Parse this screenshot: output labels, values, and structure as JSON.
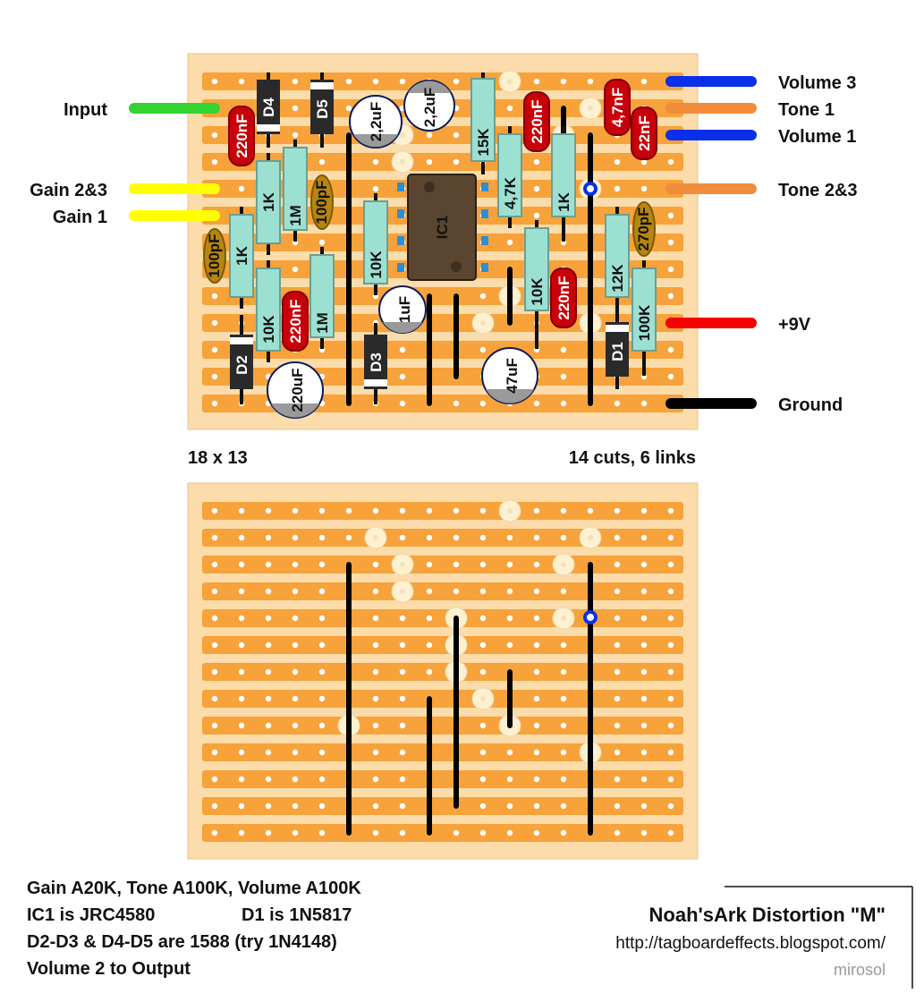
{
  "colors": {
    "board": "#fbdcaa",
    "strip": "#f7a23a",
    "hole": "#ffffff",
    "cut": "#fff1cf",
    "link": "#000000",
    "resistor": "#9ce0d2",
    "film_cap": "#c8000a",
    "ceramic_cap": "#b8860b",
    "diode": "#2a2a2a",
    "electrolytic": "#ffffff",
    "ic_body": "#5a4530",
    "ic_pin": "#2b8fd6",
    "wire_green": "#32d432",
    "wire_yellow": "#ffff00",
    "wire_blue": "#0a2fe8",
    "wire_orange": "#f08c3c",
    "wire_red": "#f40000",
    "wire_black": "#000000"
  },
  "wire_labels": {
    "input": "Input",
    "gain23": "Gain 2&3",
    "gain1": "Gain 1",
    "volume3": "Volume 3",
    "tone1": "Tone 1",
    "volume1": "Volume 1",
    "tone23": "Tone 2&3",
    "v9": "+9V",
    "ground": "Ground"
  },
  "captions": {
    "size": "18 x 13",
    "cuts_links": "14 cuts, 6 links"
  },
  "components": {
    "d4": "D4",
    "d5": "D5",
    "d2": "D2",
    "d3": "D3",
    "d1": "D1",
    "c220n_a": "220nF",
    "c220n_b": "220nF",
    "c220n_c": "220nF",
    "c220n_d": "220nF",
    "c47n": "4,7nF",
    "c22n": "22nF",
    "c100p_a": "100pF",
    "c100p_b": "100pF",
    "c270p": "270pF",
    "e22u_a": "2,2uF",
    "e22u_b": "2,2uF",
    "e1u": "1uF",
    "e47u": "47uF",
    "e220u": "220uF",
    "r1k_a": "1K",
    "r1k_b": "1K",
    "r1k_c": "1K",
    "r1m_a": "1M",
    "r1m_b": "1M",
    "r10k_a": "10K",
    "r10k_b": "10K",
    "r10k_c": "10K",
    "r15k": "15K",
    "r47k": "4,7K",
    "r12k": "12K",
    "r100k": "100K",
    "ic1": "IC1"
  },
  "notes": {
    "line1": "Gain A20K, Tone A100K, Volume A100K",
    "line2a": "IC1 is JRC4580",
    "line2b": "D1 is 1N5817",
    "line3": "D2-D3 & D4-D5 are 1588 (try 1N4148)",
    "line4": "Volume 2 to Output"
  },
  "title": "Noah'sArk Distortion \"M\"",
  "url": "http://tagboardeffects.blogspot.com/",
  "author": "mirosol"
}
